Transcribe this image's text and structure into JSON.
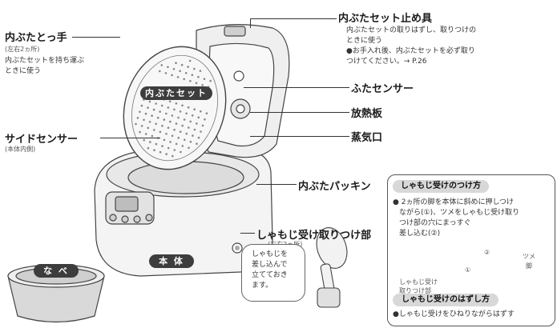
{
  "labels": {
    "inner_lid_handle": "内ぶたとっ手",
    "inner_lid_handle_note": "(左右2ヵ所)",
    "inner_lid_handle_desc_1": "内ぶたセットを持ち運ぶ",
    "inner_lid_handle_desc_2": "ときに使う",
    "side_sensor": "サイドセンサー",
    "side_sensor_note": "(本体内側)",
    "inner_lid_set": "内ぶたセット",
    "lid_stopper": "内ぶたセット止め具",
    "lid_stopper_desc_1": "内ぶたセットの取りはずし、取りつけの",
    "lid_stopper_desc_2": "ときに使う",
    "lid_stopper_desc_3": "●お手入れ後、内ぶたセットを必ず取り",
    "lid_stopper_desc_4": "つけてください。→ P.26",
    "lid_sensor": "ふたセンサー",
    "heat_plate": "放熱板",
    "steam_vent": "蒸気口",
    "inner_lid_gasket": "内ぶたパッキン",
    "paddle_holder_mount": "しゃもじ受け取りつけ部",
    "paddle_holder_mount_note": "(左右2ヵ所)",
    "body": "本 体",
    "pot": "な べ",
    "paddle_bubble_1": "しゃもじを",
    "paddle_bubble_2": "差し込んで",
    "paddle_bubble_3": "立てておき",
    "paddle_bubble_4": "ます。"
  },
  "howto_attach": {
    "title": "しゃもじ受けのつけ方",
    "line1": "● 2ヵ所の脚を本体に斜めに押しつけ",
    "line2": "ながら(①)、ツメをしゃもじ受け取り",
    "line3": "つけ部の穴にまっすぐ",
    "line4": "差し込む(②)",
    "callout_claw": "ツメ",
    "callout_leg": "脚",
    "callout_mount_1": "しゃもじ受け",
    "callout_mount_2": "取りつけ部",
    "step1": "①",
    "step2": "②"
  },
  "howto_remove": {
    "title": "しゃもじ受けのはずし方",
    "line1": "●しゃもじ受けをひねりながらはずす"
  }
}
